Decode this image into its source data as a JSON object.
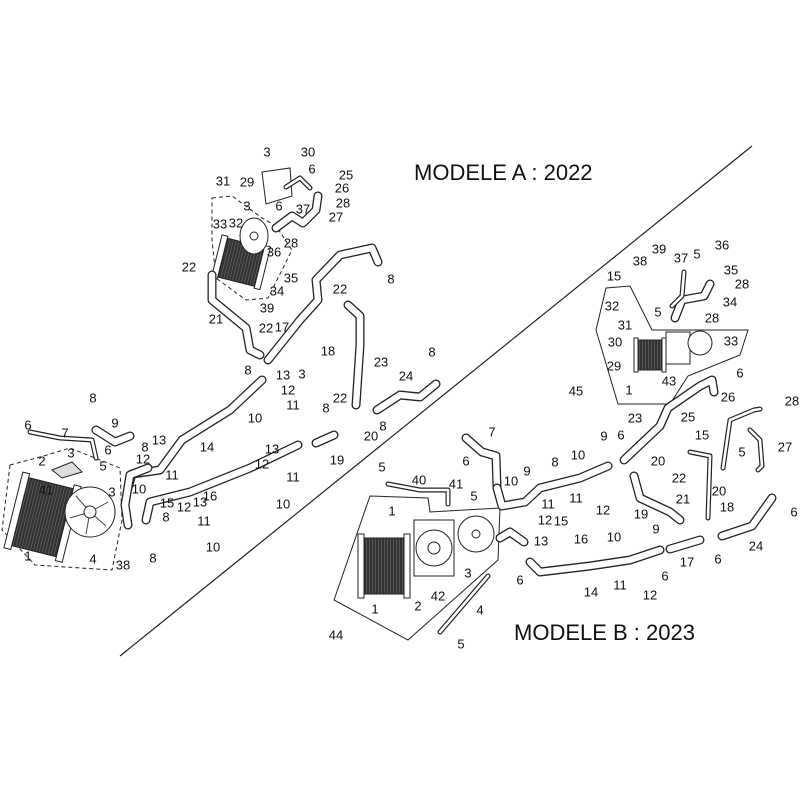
{
  "model_a": {
    "title": "MODELE A : 2022",
    "callouts": [
      "3",
      "30",
      "6",
      "25",
      "31",
      "29",
      "26",
      "3",
      "6",
      "28",
      "37",
      "27",
      "33",
      "32",
      "28",
      "36",
      "22",
      "35",
      "8",
      "34",
      "39",
      "22",
      "21",
      "22",
      "17",
      "18",
      "8",
      "13",
      "12",
      "23",
      "3",
      "11",
      "8",
      "24",
      "22",
      "8",
      "10",
      "20",
      "8",
      "19",
      "8",
      "9",
      "6",
      "7",
      "14",
      "8",
      "13",
      "12",
      "3",
      "6",
      "2",
      "5",
      "11",
      "10",
      "41",
      "3",
      "13",
      "12",
      "11",
      "16",
      "15",
      "12",
      "13",
      "8",
      "10",
      "11",
      "10",
      "1",
      "4",
      "38",
      "8"
    ]
  },
  "model_b": {
    "title": "MODELE B : 2023",
    "callouts": [
      "39",
      "36",
      "38",
      "37",
      "5",
      "35",
      "15",
      "28",
      "34",
      "5",
      "32",
      "28",
      "31",
      "30",
      "33",
      "29",
      "43",
      "45",
      "1",
      "6",
      "23",
      "26",
      "28",
      "25",
      "15",
      "5",
      "27",
      "9",
      "6",
      "10",
      "8",
      "7",
      "6",
      "20",
      "22",
      "5",
      "40",
      "41",
      "5",
      "9",
      "10",
      "11",
      "11",
      "12",
      "12",
      "21",
      "20",
      "18",
      "19",
      "9",
      "1",
      "13",
      "15",
      "16",
      "10",
      "6",
      "6",
      "6",
      "17",
      "24",
      "6",
      "3",
      "42",
      "2",
      "1",
      "14",
      "11",
      "12",
      "4",
      "44",
      "5"
    ]
  }
}
